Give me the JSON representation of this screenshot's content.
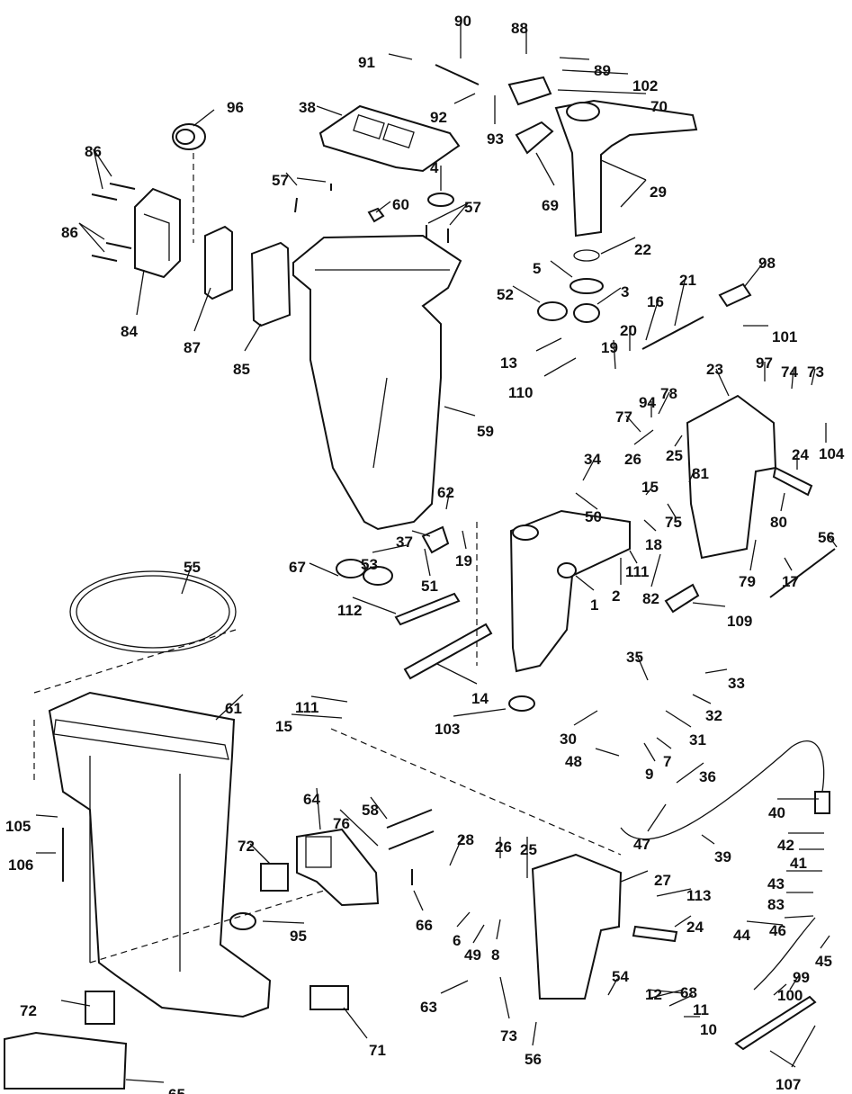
{
  "labels": [
    {
      "text": "90"
    },
    {
      "text": "88"
    },
    {
      "text": "91"
    },
    {
      "text": "89"
    },
    {
      "text": "102"
    },
    {
      "text": "92"
    },
    {
      "text": "70"
    },
    {
      "text": "93"
    },
    {
      "text": "96"
    },
    {
      "text": "38"
    },
    {
      "text": "86"
    },
    {
      "text": "57"
    },
    {
      "text": "4"
    },
    {
      "text": "69"
    },
    {
      "text": "29"
    },
    {
      "text": "60"
    },
    {
      "text": "57"
    },
    {
      "text": "86"
    },
    {
      "text": "22"
    },
    {
      "text": "98"
    },
    {
      "text": "5"
    },
    {
      "text": "21"
    },
    {
      "text": "52"
    },
    {
      "text": "3"
    },
    {
      "text": "16"
    },
    {
      "text": "84"
    },
    {
      "text": "87"
    },
    {
      "text": "20"
    },
    {
      "text": "101"
    },
    {
      "text": "13"
    },
    {
      "text": "19"
    },
    {
      "text": "85"
    },
    {
      "text": "97"
    },
    {
      "text": "74"
    },
    {
      "text": "73"
    },
    {
      "text": "23"
    },
    {
      "text": "110"
    },
    {
      "text": "94"
    },
    {
      "text": "78"
    },
    {
      "text": "77"
    },
    {
      "text": "59"
    },
    {
      "text": "104"
    },
    {
      "text": "26"
    },
    {
      "text": "25"
    },
    {
      "text": "24"
    },
    {
      "text": "34"
    },
    {
      "text": "81"
    },
    {
      "text": "15"
    },
    {
      "text": "62"
    },
    {
      "text": "50"
    },
    {
      "text": "75"
    },
    {
      "text": "80"
    },
    {
      "text": "37"
    },
    {
      "text": "18"
    },
    {
      "text": "56"
    },
    {
      "text": "19"
    },
    {
      "text": "53"
    },
    {
      "text": "55"
    },
    {
      "text": "67"
    },
    {
      "text": "51"
    },
    {
      "text": "79"
    },
    {
      "text": "17"
    },
    {
      "text": "111"
    },
    {
      "text": "1"
    },
    {
      "text": "2"
    },
    {
      "text": "82"
    },
    {
      "text": "112"
    },
    {
      "text": "109"
    },
    {
      "text": "35"
    },
    {
      "text": "33"
    },
    {
      "text": "14"
    },
    {
      "text": "61"
    },
    {
      "text": "111"
    },
    {
      "text": "32"
    },
    {
      "text": "15"
    },
    {
      "text": "103"
    },
    {
      "text": "30"
    },
    {
      "text": "31"
    },
    {
      "text": "7"
    },
    {
      "text": "48"
    },
    {
      "text": "9"
    },
    {
      "text": "36"
    },
    {
      "text": "64"
    },
    {
      "text": "40"
    },
    {
      "text": "58"
    },
    {
      "text": "105"
    },
    {
      "text": "76"
    },
    {
      "text": "47"
    },
    {
      "text": "28"
    },
    {
      "text": "26"
    },
    {
      "text": "25"
    },
    {
      "text": "39"
    },
    {
      "text": "72"
    },
    {
      "text": "42"
    },
    {
      "text": "106"
    },
    {
      "text": "41"
    },
    {
      "text": "27"
    },
    {
      "text": "43"
    },
    {
      "text": "113"
    },
    {
      "text": "83"
    },
    {
      "text": "66"
    },
    {
      "text": "95"
    },
    {
      "text": "6"
    },
    {
      "text": "49"
    },
    {
      "text": "8"
    },
    {
      "text": "24"
    },
    {
      "text": "44"
    },
    {
      "text": "46"
    },
    {
      "text": "45"
    },
    {
      "text": "68"
    },
    {
      "text": "54"
    },
    {
      "text": "12"
    },
    {
      "text": "99"
    },
    {
      "text": "100"
    },
    {
      "text": "63"
    },
    {
      "text": "72"
    },
    {
      "text": "11"
    },
    {
      "text": "10"
    },
    {
      "text": "73"
    },
    {
      "text": "71"
    },
    {
      "text": "56"
    },
    {
      "text": "107"
    },
    {
      "text": "65"
    }
  ]
}
